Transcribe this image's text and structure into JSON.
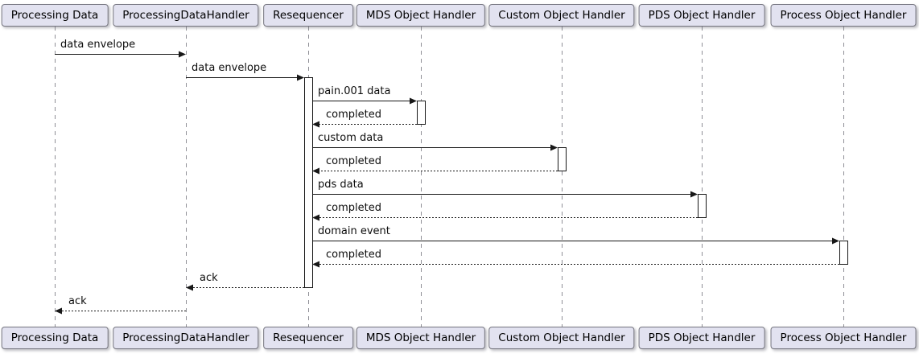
{
  "diagram": {
    "type": "uml-sequence-diagram",
    "background_color": "#ffffff",
    "participant_fill_color": "#E2E2F0",
    "participant_border_color": "#75757f",
    "arrow_color": "#181818",
    "lifeline_color": "#8f8f96",
    "activation_fill_color": "#ffffff",
    "participants": [
      {
        "name": "Processing Data"
      },
      {
        "name": "ProcessingDataHandler"
      },
      {
        "name": "Resequencer"
      },
      {
        "name": "MDS Object Handler"
      },
      {
        "name": "Custom Object Handler"
      },
      {
        "name": "PDS Object Handler"
      },
      {
        "name": "Process Object Handler"
      }
    ],
    "messages": [
      {
        "from": "Processing Data",
        "to": "ProcessingDataHandler",
        "label": "data envelope",
        "style": "solid"
      },
      {
        "from": "ProcessingDataHandler",
        "to": "Resequencer",
        "label": "data envelope",
        "style": "solid"
      },
      {
        "from": "Resequencer",
        "to": "MDS Object Handler",
        "label": "pain.001 data",
        "style": "solid"
      },
      {
        "from": "MDS Object Handler",
        "to": "Resequencer",
        "label": "completed",
        "style": "dashed"
      },
      {
        "from": "Resequencer",
        "to": "Custom Object Handler",
        "label": "custom data",
        "style": "solid"
      },
      {
        "from": "Custom Object Handler",
        "to": "Resequencer",
        "label": "completed",
        "style": "dashed"
      },
      {
        "from": "Resequencer",
        "to": "PDS Object Handler",
        "label": "pds data",
        "style": "solid"
      },
      {
        "from": "PDS Object Handler",
        "to": "Resequencer",
        "label": "completed",
        "style": "dashed"
      },
      {
        "from": "Resequencer",
        "to": "Process Object Handler",
        "label": "domain event",
        "style": "solid"
      },
      {
        "from": "Process Object Handler",
        "to": "Resequencer",
        "label": "completed",
        "style": "dashed"
      },
      {
        "from": "Resequencer",
        "to": "ProcessingDataHandler",
        "label": "ack",
        "style": "dashed"
      },
      {
        "from": "ProcessingDataHandler",
        "to": "Processing Data",
        "label": "ack",
        "style": "dashed"
      }
    ],
    "activations": [
      {
        "participant": "Resequencer",
        "from_message": 1,
        "to_message": 10
      },
      {
        "participant": "MDS Object Handler",
        "from_message": 2,
        "to_message": 3
      },
      {
        "participant": "Custom Object Handler",
        "from_message": 4,
        "to_message": 5
      },
      {
        "participant": "PDS Object Handler",
        "from_message": 6,
        "to_message": 7
      },
      {
        "participant": "Process Object Handler",
        "from_message": 8,
        "to_message": 9
      }
    ]
  }
}
